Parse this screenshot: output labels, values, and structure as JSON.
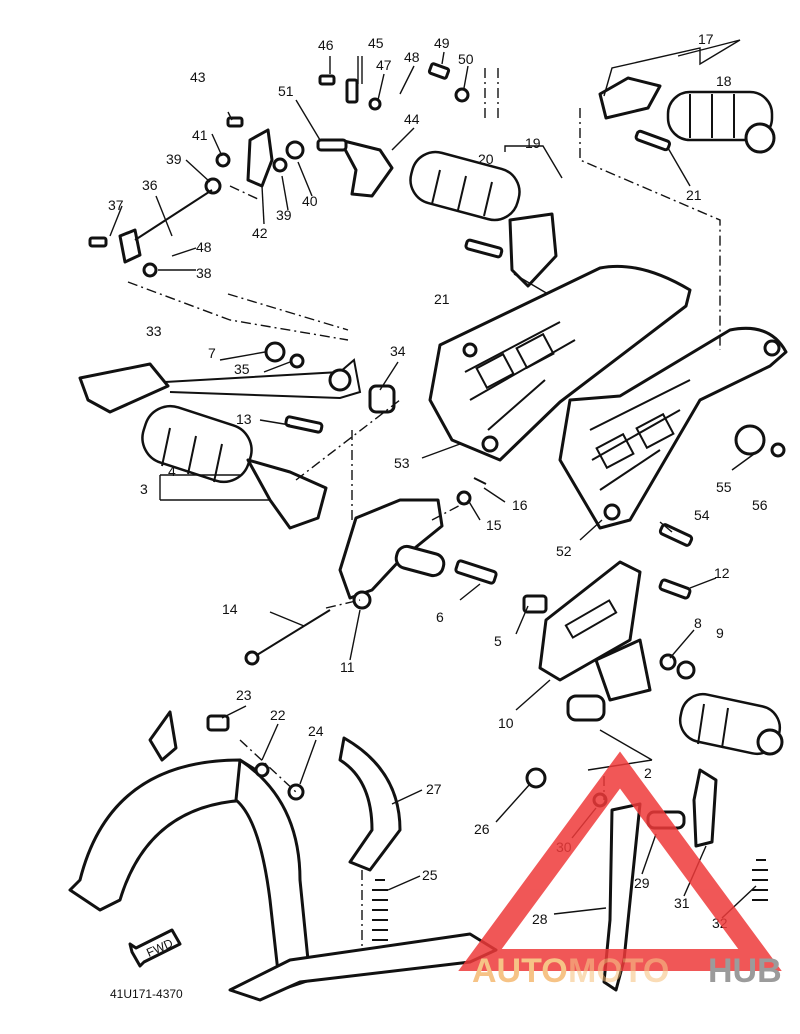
{
  "diagram": {
    "drawing_code": "41U171-4370",
    "fwd_label": "FWD",
    "watermark": {
      "left": "AUTO",
      "middle": "MOTO",
      "right": "HUB",
      "color_left": "#f5b971",
      "color_right": "#8a8a8a",
      "triangle_color": "#ee3a3a"
    },
    "callouts": [
      "2",
      "3",
      "4",
      "5",
      "6",
      "7",
      "8",
      "9",
      "10",
      "11",
      "12",
      "13",
      "14",
      "15",
      "16",
      "17",
      "18",
      "19",
      "20",
      "21",
      "22",
      "23",
      "24",
      "25",
      "26",
      "27",
      "28",
      "29",
      "30",
      "31",
      "32",
      "33",
      "34",
      "35",
      "36",
      "37",
      "38",
      "39",
      "40",
      "41",
      "42",
      "43",
      "44",
      "45",
      "46",
      "47",
      "48",
      "49",
      "50",
      "51",
      "52",
      "53",
      "54",
      "55",
      "56"
    ]
  }
}
